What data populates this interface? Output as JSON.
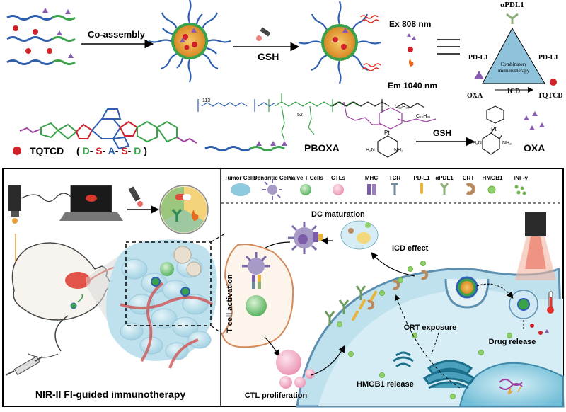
{
  "top": {
    "coassembly": "Co-assembly",
    "gsh_reagent": "GSH",
    "ex": "Ex 808 nm",
    "em": "Em 1040 nm",
    "triangle": {
      "top": "αPDL1",
      "left_edge": "PD-L1",
      "right_edge": "PD-L1",
      "bottom_edge": "ICD",
      "center_line1": "Combinatory",
      "center_line2": "immunotherapy",
      "bottom_left": "OXA",
      "bottom_right": "TQTCD"
    },
    "tqtcd_label": "TQTCD",
    "tqtcd_seq": [
      "D",
      "-",
      "S",
      "-",
      "A",
      "-",
      "S",
      "-",
      "D"
    ],
    "pboxa_label": "PBOXA",
    "release_gsh": "GSH",
    "oxa_label": "OXA",
    "chem": {
      "n113": "113",
      "n52": "52",
      "c12": "C₁₂H₂₅",
      "c15": "C₁₅H₃₁",
      "pt": "Pt",
      "h2n": "H₂N",
      "nh2": "NH₂"
    }
  },
  "legend": [
    {
      "label": "Tumor Cells",
      "color": "#8ec9dd"
    },
    {
      "label": "Dendritic Cells",
      "color": "#a79ac6"
    },
    {
      "label": "Naive T Cells",
      "color": "#6cc070"
    },
    {
      "label": "CTLs",
      "color": "#f2a3bf"
    },
    {
      "label": "MHC",
      "color": "#7b5ca8"
    },
    {
      "label": "TCR",
      "color": "#6f8797"
    },
    {
      "label": "PD-L1",
      "color": "#e8b43a"
    },
    {
      "label": "αPDL1",
      "color": "#8fb07a"
    },
    {
      "label": "CRT",
      "color": "#b98a5e"
    },
    {
      "label": "HMGB1",
      "color": "#6fb54b"
    },
    {
      "label": "INF-γ",
      "color": "#6fb54b"
    }
  ],
  "left_panel": {
    "caption": "NIR-II FI-guided immunotherapy"
  },
  "right_panel": {
    "dc_maturation": "DC maturation",
    "icd_effect": "ICD effect",
    "t_cell_activation": "T cell activation",
    "crt_exposure": "CRT exposure",
    "drug_release": "Drug release",
    "ctl_proliferation": "CTL proliferation",
    "hmgb1_release": "HMGB1 release"
  },
  "colors": {
    "blue_chain": "#2f5fb0",
    "green_chain": "#3aa24a",
    "red_dot": "#d0202a",
    "purple_tri": "#8a5bb0",
    "core_orange": "#e8a13a",
    "tumor_blue": "#a9d5e6"
  }
}
